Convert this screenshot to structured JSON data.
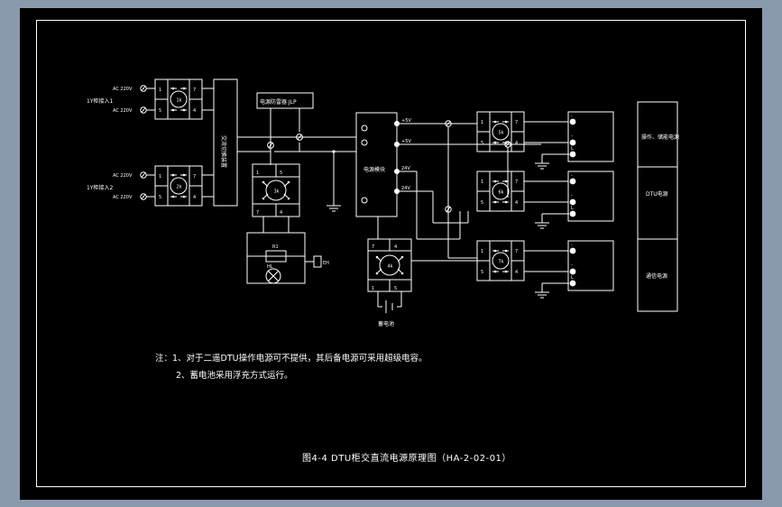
{
  "figure": {
    "title": "图4-4  DTU柜交直流电源原理图（HA-2-02-01）",
    "background_color": "#8b99ad",
    "canvas_color": "#000000",
    "line_color": "#ffffff"
  },
  "notes": {
    "line1": "注：1、对于二遥DTU操作电源可不提供，其后备电源可采用超级电容。",
    "line2": "2、蓄电池采用浮充方式运行。"
  },
  "inputs": [
    {
      "source_label": "1Y柜接入1",
      "volt_top": "AC 220V",
      "volt_bottom": "AC 220V"
    },
    {
      "source_label": "1Y柜接入2",
      "volt_top": "AC 220V",
      "volt_bottom": "AC 220V"
    }
  ],
  "blocks": {
    "ac_switch": "交流切换装置",
    "spd": "电源防雷器 JLP",
    "power_module": "电源模块",
    "battery": "蓄电池",
    "resistor": "R1",
    "lamp": "HL"
  },
  "terminals": {
    "input_relay": [
      "1",
      "5",
      "7",
      "4"
    ],
    "spd_relay": [
      "1",
      "5",
      "7",
      "4"
    ],
    "heater_relay": [
      "1",
      "5",
      "7",
      "4"
    ],
    "battery_relay": [
      "7",
      "4",
      "1",
      "5"
    ],
    "output_relay": [
      "1",
      "5",
      "7",
      "4"
    ]
  },
  "voltages": {
    "out1": "+5V",
    "out2": "+5V",
    "out3": "24V",
    "out4": "24V"
  },
  "loads": [
    {
      "label": "操作、储能电源"
    },
    {
      "label": "DTU电源"
    },
    {
      "label": "通信电源"
    }
  ],
  "ground_symbol": "earth-ground",
  "terminal_strip_marks": [
    "-",
    "-",
    "L"
  ]
}
